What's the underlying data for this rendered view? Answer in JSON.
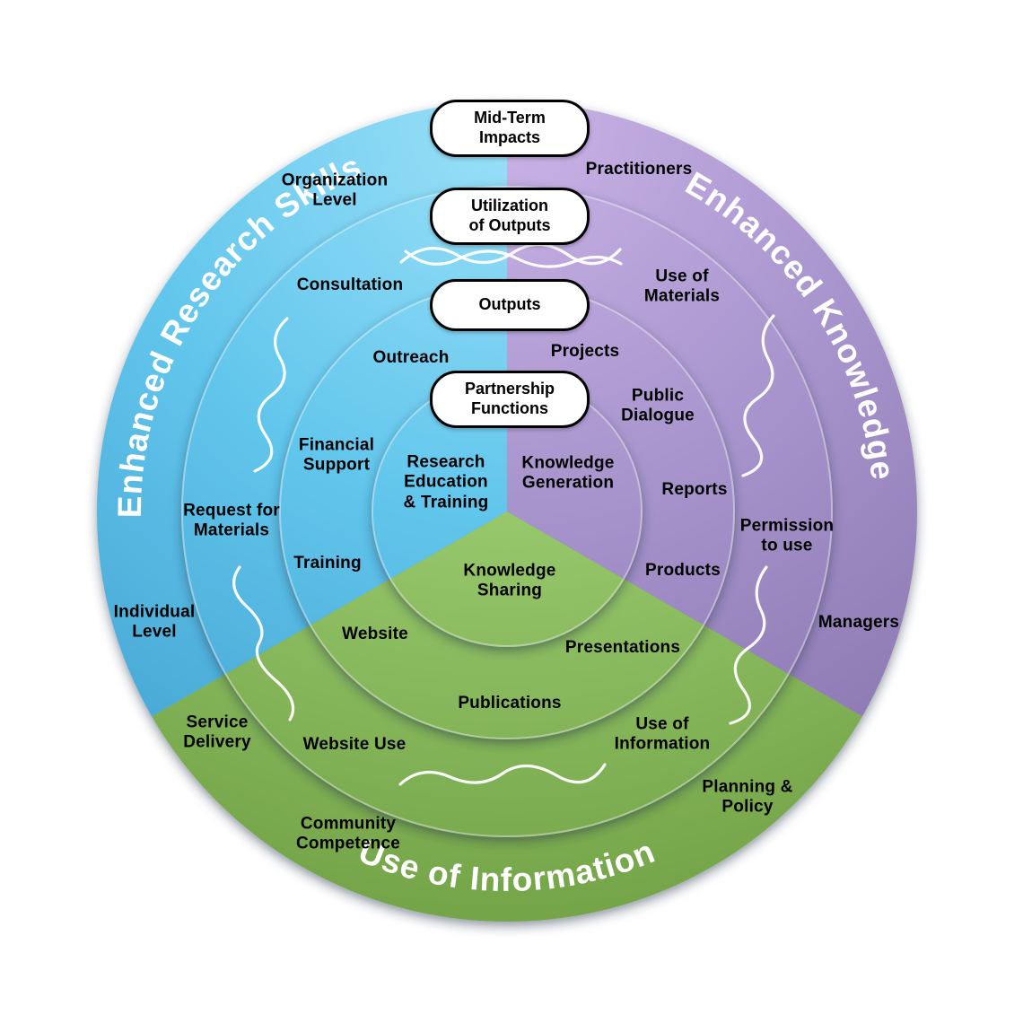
{
  "arc_titles": {
    "left": "Enhanced Research Skills",
    "right": "Enhanced Knowledge",
    "bottom": "Use of Information"
  },
  "callouts": [
    "Mid-Term\nImpacts",
    "Utilization\nof Outputs",
    "Outputs",
    "Partnership\nFunctions"
  ],
  "labels": {
    "blue": [
      "Organization\nLevel",
      "Consultation",
      "Outreach",
      "Financial\nSupport",
      "Request for\nMaterials",
      "Training",
      "Individual\nLevel",
      "Research\nEducation\n& Training"
    ],
    "purple": [
      "Practitioners",
      "Use of\nMaterials",
      "Projects",
      "Public\nDialogue",
      "Knowledge\nGeneration",
      "Reports",
      "Permission\nto use",
      "Products",
      "Managers"
    ],
    "green": [
      "Knowledge\nSharing",
      "Website",
      "Presentations",
      "Publications",
      "Website Use",
      "Service\nDelivery",
      "Use of\nInformation",
      "Community\nCompetence",
      "Planning &\nPolicy"
    ]
  },
  "colors": {
    "blue": {
      "light": "#9AE0F8",
      "mid": "#62C6EC",
      "dark": "#3E9CCC"
    },
    "purple": {
      "light": "#C9B2E6",
      "mid": "#A794CC",
      "dark": "#846FA8"
    },
    "green": {
      "light": "#B8DD8C",
      "mid": "#98C86C",
      "dark": "#6F9F43"
    },
    "arc_text": "#FFFFFF",
    "label_text": "#000000",
    "callout_bg": "#FFFFFF",
    "callout_border": "#000000"
  }
}
